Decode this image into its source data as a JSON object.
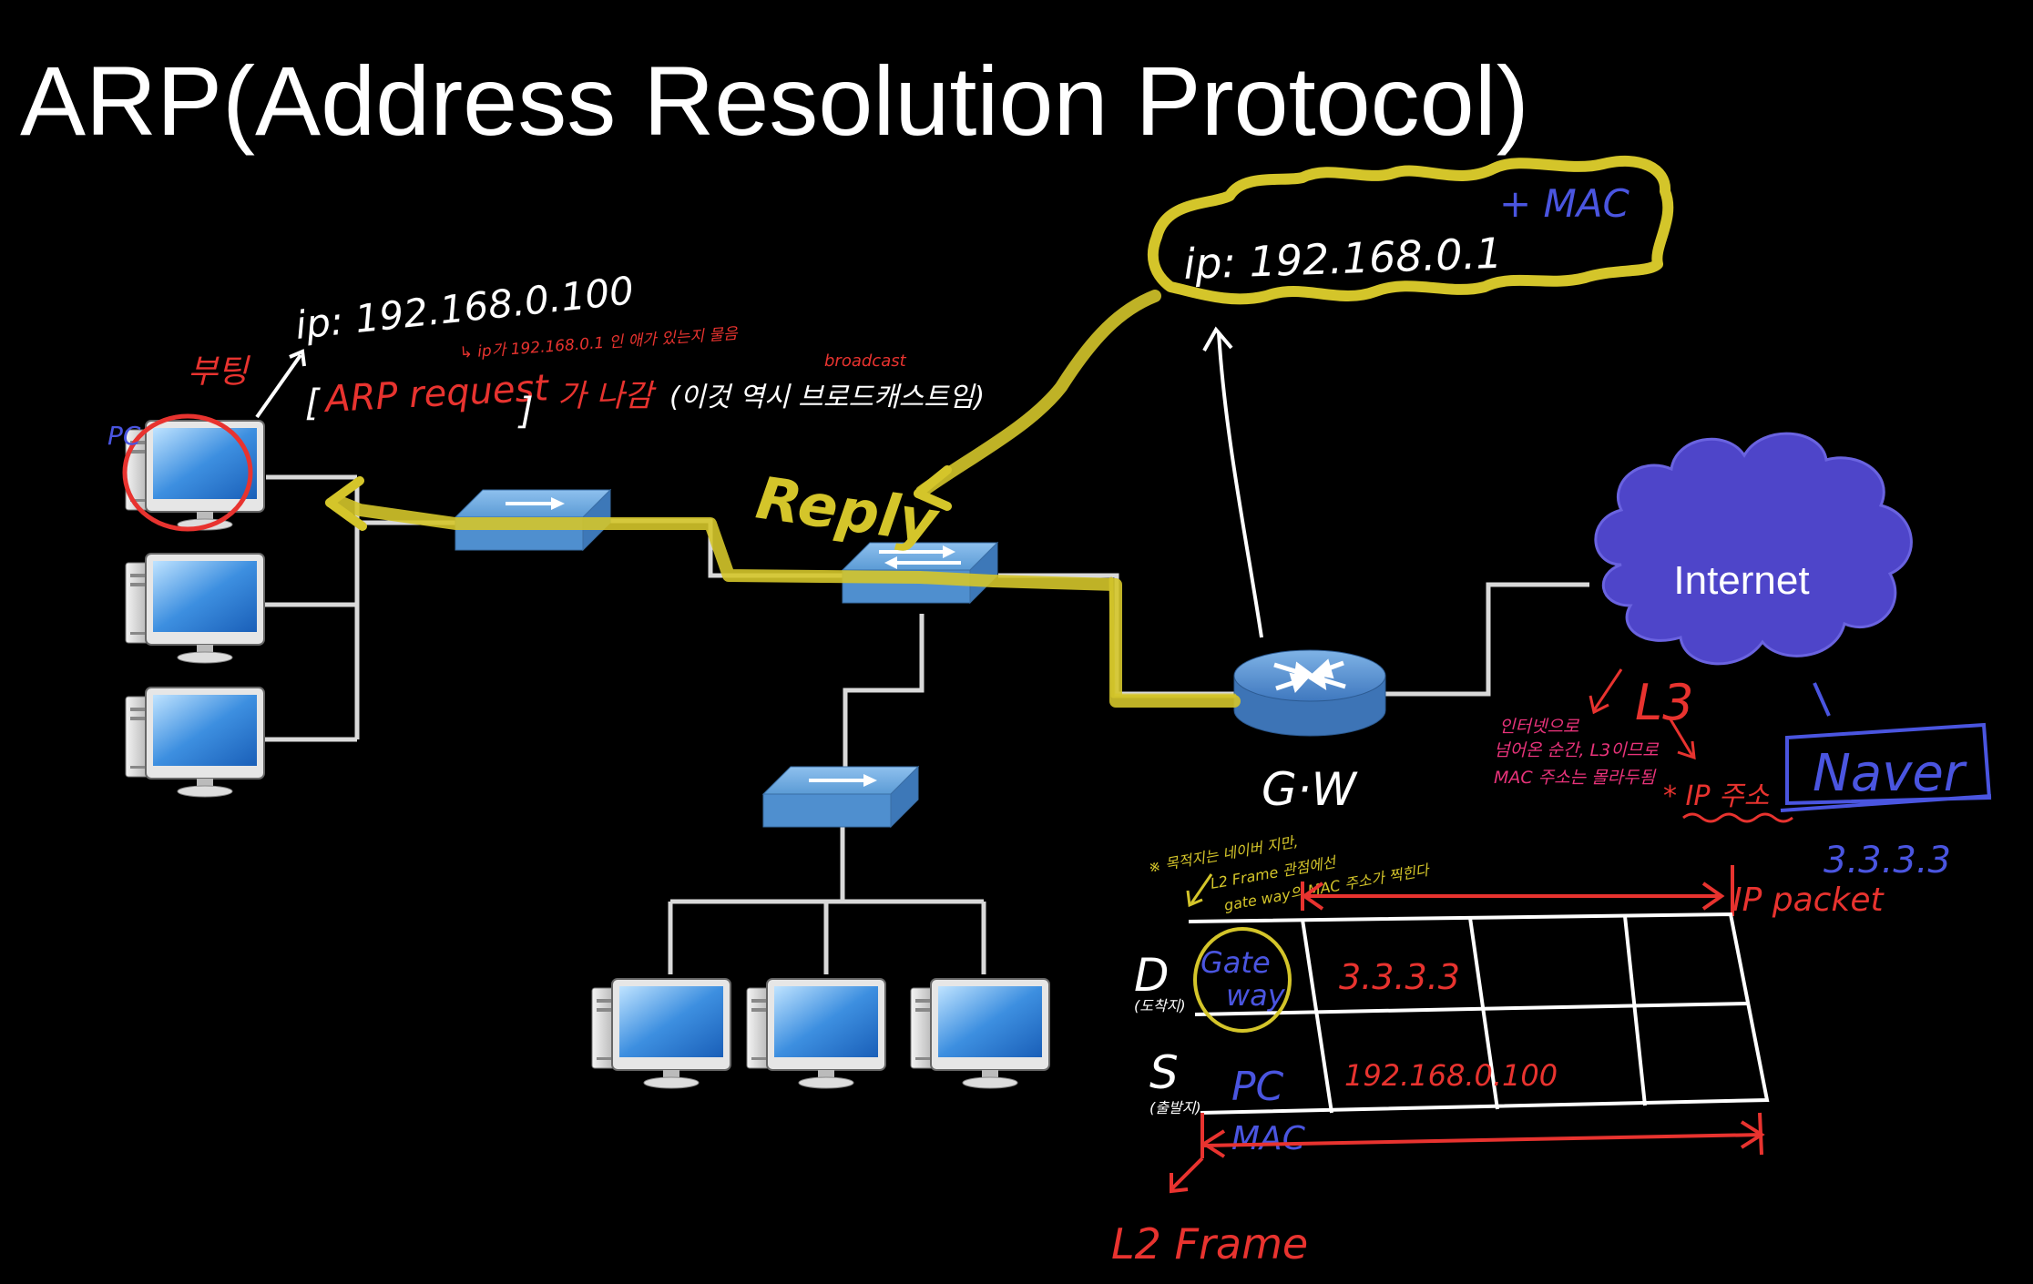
{
  "title": "ARP(Address Resolution Protocol)",
  "cloud_label": "Internet",
  "annotations": {
    "pc_ip": "ip: 192.168.0.100",
    "gateway_ip": "ip: 192.168.0.1",
    "plus_mac": "+ MAC",
    "pc_label": "PC",
    "pc_korean": "부팅",
    "small_note": "↳ ip가 192.168.0.1 인 애가 있는지 물음",
    "broadcast": "broadcast",
    "arp_request": "ARP request",
    "arp_request_suffix": "가 나감",
    "arp_request_paren": "(이것 역시 브로드캐스트임)",
    "reply": "Reply",
    "gw_label": "G·W",
    "l3": "L3",
    "l3_note_1": "인터넷으로",
    "l3_note_2": "넘어온 순간, L3이므로",
    "l3_note_3": "MAC 주소는 몰라두됨",
    "ip_addr_label": "* IP 주소",
    "naver": "Naver",
    "naver_ip": "3.3.3.3",
    "yellow_note_1": "※ 목적지는 네이버 지만,",
    "yellow_note_2": "L2 Frame 관점에선",
    "yellow_note_3": "gate way의 MAC 주소가 찍힌다",
    "ip_packet": "IP packet",
    "l2_frame": "L2 Frame",
    "row_d": "D",
    "row_d_sub": "(도착지)",
    "row_s": "S",
    "row_s_sub": "(출발지)",
    "gateway_cell_1": "Gate",
    "gateway_cell_2": "way",
    "dest_ip_cell": "3.3.3.3",
    "pc_cell": "PC",
    "src_ip_cell": "192.168.0.100",
    "mac_label": "MAC"
  },
  "colors": {
    "background": "#000000",
    "wire": "#d9d9d9",
    "highlight": "#d4c52a",
    "red_ink": "#e8332f",
    "blue_ink": "#4a55e0",
    "pink_ink": "#e8337a",
    "switch_fill": "#5b9bd5",
    "cloud_fill": "#4e45c9"
  },
  "icons": {
    "pc": "desktop-computer-icon",
    "switch": "network-switch-icon",
    "router": "router-icon",
    "cloud": "internet-cloud-icon"
  }
}
